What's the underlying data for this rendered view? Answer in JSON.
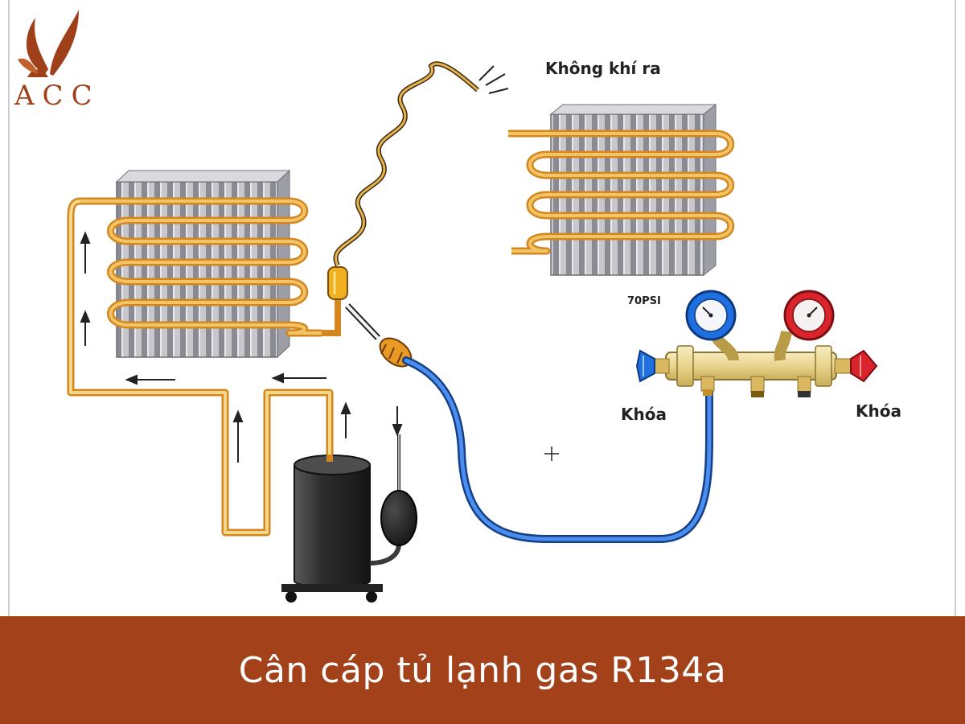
{
  "logo": {
    "text": "ACC"
  },
  "labels": {
    "air_out": "Không khí ra",
    "pressure": "70PSI",
    "valve_left": "Khóa",
    "valve_right": "Khóa"
  },
  "banner": {
    "title": "Cân cáp tủ lạnh gas R134a"
  },
  "colors": {
    "banner_bg": "#a3421a",
    "copper_pipe": "#e8a23c",
    "charge_hose": "#2f6fd1",
    "low_side": "#1f6fe0",
    "high_side": "#d8242a",
    "compressor": "#2e2e2e"
  }
}
